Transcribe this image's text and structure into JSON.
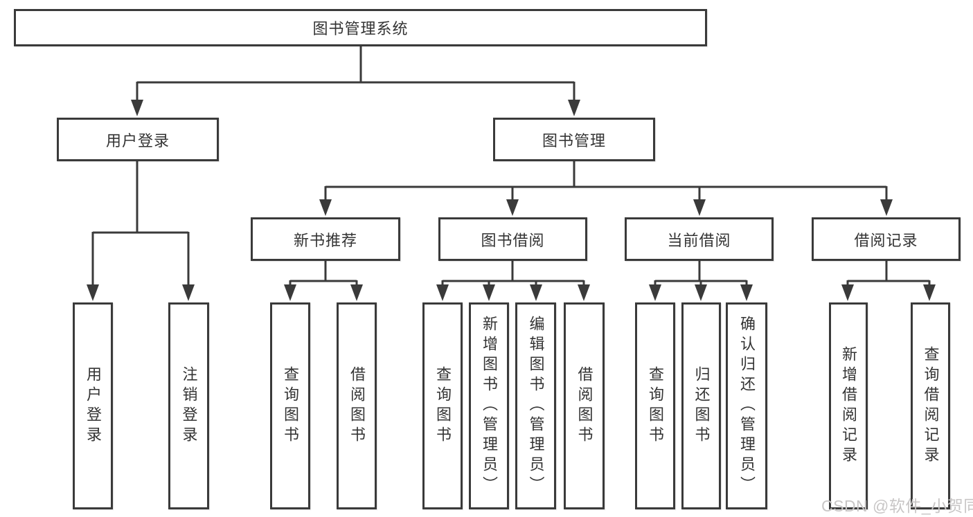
{
  "colors": {
    "line": "#3a3a3a",
    "box_border": "#3a3a3a",
    "box_fill": "#ffffff",
    "text": "#333333",
    "watermark": "#c8c6c6"
  },
  "watermark": {
    "text": "CSDN @软件_小贺同学"
  },
  "tree": {
    "label": "图书管理系统",
    "children": [
      {
        "label": "用户登录",
        "children": [
          {
            "label": "用户登录"
          },
          {
            "label": "注销登录"
          }
        ]
      },
      {
        "label": "图书管理",
        "children": [
          {
            "label": "新书推荐",
            "children": [
              {
                "label": "查询图书"
              },
              {
                "label": "借阅图书"
              }
            ]
          },
          {
            "label": "图书借阅",
            "children": [
              {
                "label": "查询图书"
              },
              {
                "label": "新增图书（管理员）"
              },
              {
                "label": "编辑图书（管理员）"
              },
              {
                "label": "借阅图书"
              }
            ]
          },
          {
            "label": "当前借阅",
            "children": [
              {
                "label": "查询图书"
              },
              {
                "label": "归还图书"
              },
              {
                "label": "确认归还（管理员）"
              }
            ]
          },
          {
            "label": "借阅记录",
            "children": [
              {
                "label": "新增借阅记录"
              },
              {
                "label": "查询借阅记录"
              }
            ]
          }
        ]
      }
    ]
  }
}
